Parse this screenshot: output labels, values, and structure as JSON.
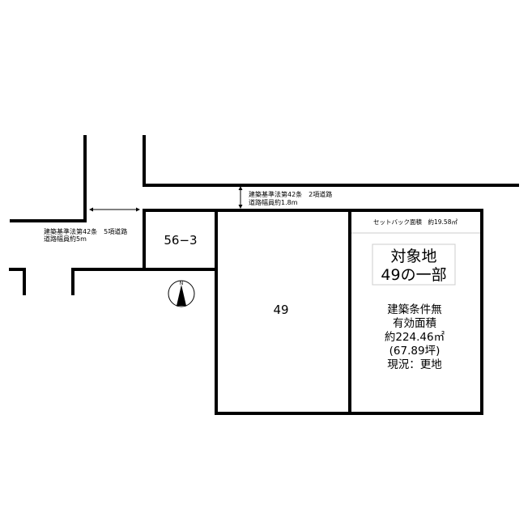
{
  "roads": {
    "west_road_line1": "建築基準法第42条　5項道路",
    "west_road_line2": "道路幅員約5m",
    "north_road_line1": "建築基準法第42条　2項道路",
    "north_road_line2": "道路幅員約1.8m"
  },
  "lots": {
    "lot_56_3": "56−3",
    "lot_49": "49"
  },
  "compass": {
    "label": "N"
  },
  "target": {
    "setback": "セットバック面積　約19.58㎡",
    "title_line1": "対象地",
    "title_line2": "49の一部",
    "info": [
      "建築条件無",
      "有効面積",
      "約224.46㎡",
      "(67.89坪)",
      "現況：更地"
    ]
  }
}
